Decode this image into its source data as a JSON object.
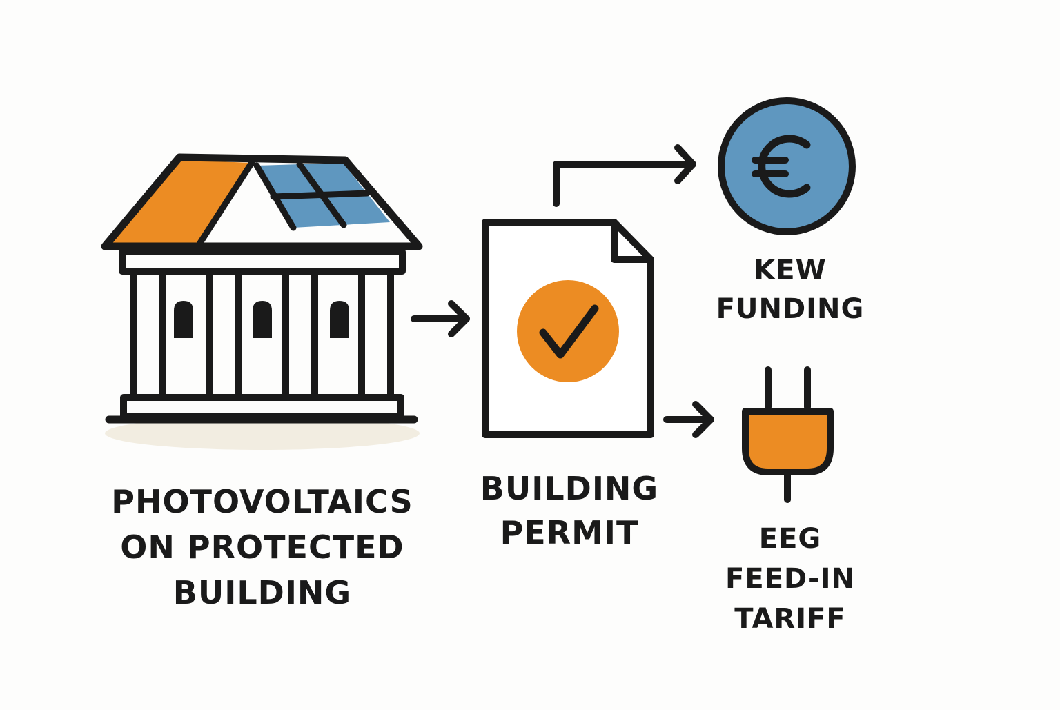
{
  "colors": {
    "orange": "#ec8c23",
    "blue": "#5f97bf",
    "stroke": "#1a1a1a",
    "ground": "#f2ede1",
    "background": "#fdfdfc"
  },
  "nodes": {
    "building": {
      "icon": "protected-building-with-solar-panels-icon",
      "lines": [
        "PHOTOVOLTAICS",
        "ON PROTECTED",
        "BUILDING"
      ]
    },
    "permit": {
      "icon": "permit-document-checkmark-icon",
      "lines": [
        "BUILDING",
        "PERMIT"
      ]
    },
    "kfw": {
      "icon": "euro-coin-icon",
      "lines": [
        "KEW",
        "FUNDING"
      ]
    },
    "eeg": {
      "icon": "power-plug-icon",
      "lines": [
        "EEG",
        "FEED-IN",
        "TARIFF"
      ]
    }
  },
  "edges": [
    {
      "from": "building",
      "to": "permit"
    },
    {
      "from": "permit",
      "to": "kfw"
    },
    {
      "from": "permit",
      "to": "eeg"
    }
  ]
}
